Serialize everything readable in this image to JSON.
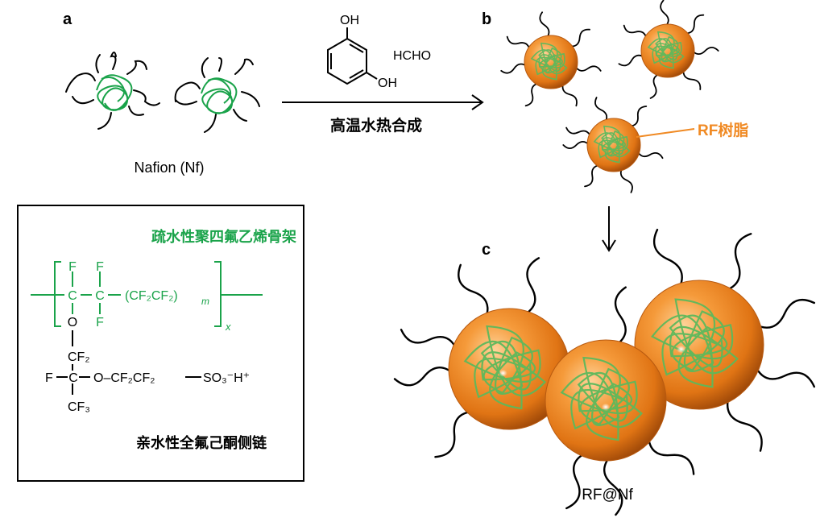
{
  "panels": {
    "a": "a",
    "b": "b",
    "c": "c"
  },
  "nafion_label": "Nafion (Nf)",
  "reagents": {
    "oh_top": "OH",
    "oh_bottom": "OH",
    "hcho": "HCHO"
  },
  "arrow_label": "高温水热合成",
  "rf_resin_label": "RF树脂",
  "final_label": "RF@Nf",
  "structure": {
    "backbone_label": "疏水性聚四氟乙烯骨架",
    "sidechain_label": "亲水性全氟己酮侧链",
    "f": "F",
    "c": "C",
    "o": "O",
    "cf2cf2_m": "(CF₂CF₂)",
    "m": "m",
    "x": "x",
    "cf2": "CF₂",
    "ocf2cf2": "O–CF₂CF₂",
    "so3h": "SO₃⁻H⁺",
    "cf3": "CF₃"
  },
  "colors": {
    "green": "#1aa34a",
    "polymer_green": "#5cb85c",
    "orange": "#f08a24",
    "sphere_dark": "#a34a08",
    "black": "#000000"
  }
}
